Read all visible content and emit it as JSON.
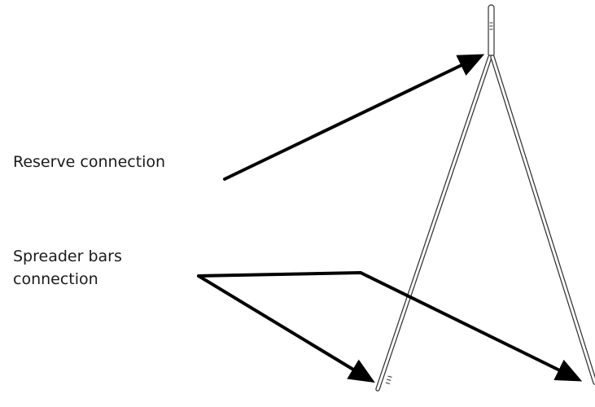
{
  "labels": {
    "reserve_connection": "Reserve connection",
    "spreader_bars_connection_line1": "Spreader bars",
    "spreader_bars_connection_line2": "connection"
  },
  "colors": {
    "background": "#ffffff",
    "arrow": "#000000",
    "strap_outline": "#333333",
    "strap_fill": "#ffffff",
    "text": "#1a1a1a"
  }
}
